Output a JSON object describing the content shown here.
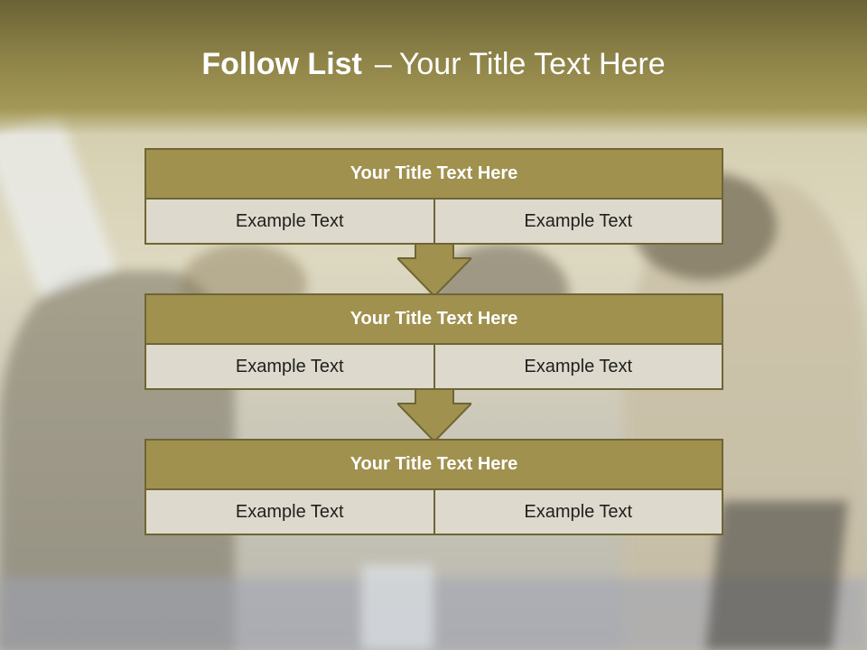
{
  "slide": {
    "title_bold": "Follow List",
    "title_dash": "–",
    "title_rest": "Your Title Text Here"
  },
  "steps": [
    {
      "title": "Your Title Text Here",
      "left": "Example Text",
      "right": "Example Text"
    },
    {
      "title": "Your Title Text Here",
      "left": "Example Text",
      "right": "Example Text"
    },
    {
      "title": "Your Title Text Here",
      "left": "Example Text",
      "right": "Example Text"
    }
  ],
  "colors": {
    "header_fill": "#a0914f",
    "border": "#6f6535",
    "cell_fill": "#ddd9cc",
    "arrow_fill": "#a0914f"
  },
  "icons": [
    "down-arrow-icon"
  ]
}
